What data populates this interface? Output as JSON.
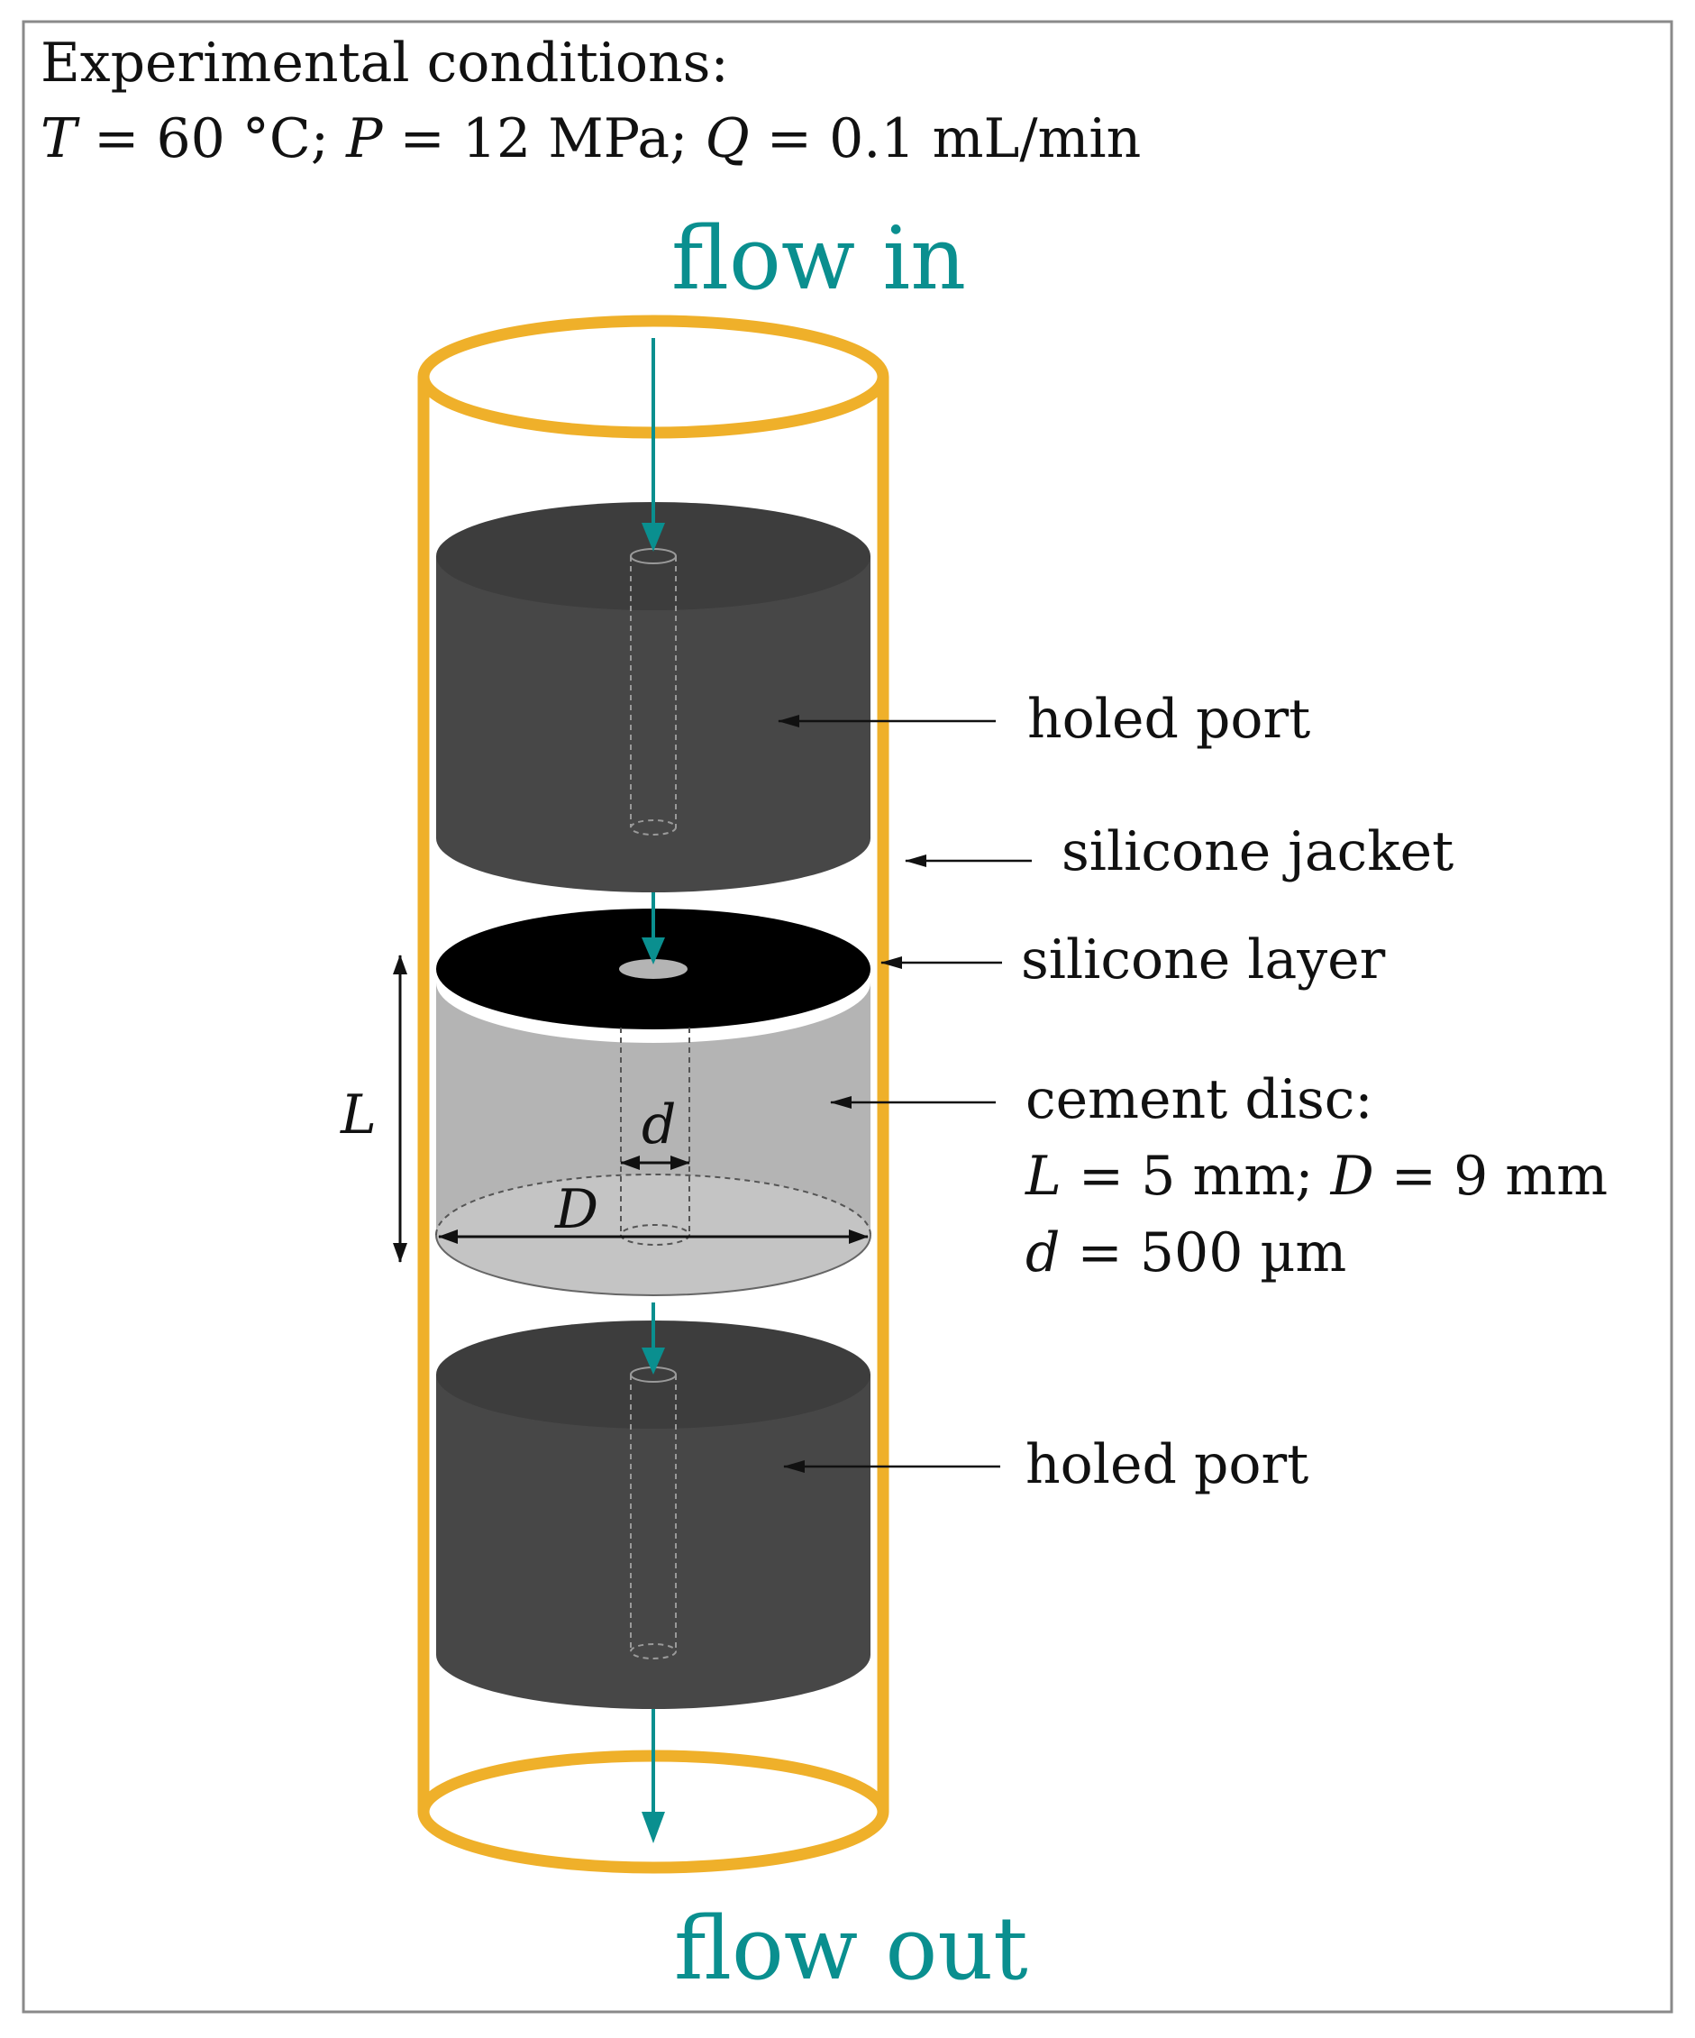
{
  "conditions": {
    "heading": "Experimental conditions:",
    "T_sym": "T",
    "T_val": " = 60 °C; ",
    "P_sym": "P",
    "P_val": " = 12 MPa; ",
    "Q_sym": "Q",
    "Q_val": " = 0.1 mL/min"
  },
  "flow_in": "flow in",
  "flow_out": "flow out",
  "labels": {
    "holed_port_top": "holed port",
    "silicone_jacket": "silicone jacket",
    "silicone_layer": "silicone layer",
    "cement_disc": "cement disc:",
    "cement_L_sym": "L",
    "cement_L_val": " = 5 mm; ",
    "cement_D_sym": "D",
    "cement_D_val": " = 9 mm",
    "cement_d_sym": "d",
    "cement_d_val": " = 500 µm",
    "holed_port_bottom": "holed port"
  },
  "dimension_labels": {
    "L": "L",
    "d": "d",
    "D": "D"
  },
  "colors": {
    "jacket": "#efb02a",
    "flow": "#0a8f8f",
    "port": "#474747",
    "port_top": "#3d3d3d",
    "silicone_layer": "#000000",
    "cement": "#b4b4b4",
    "cement_bottom": "#c4c4c4"
  }
}
